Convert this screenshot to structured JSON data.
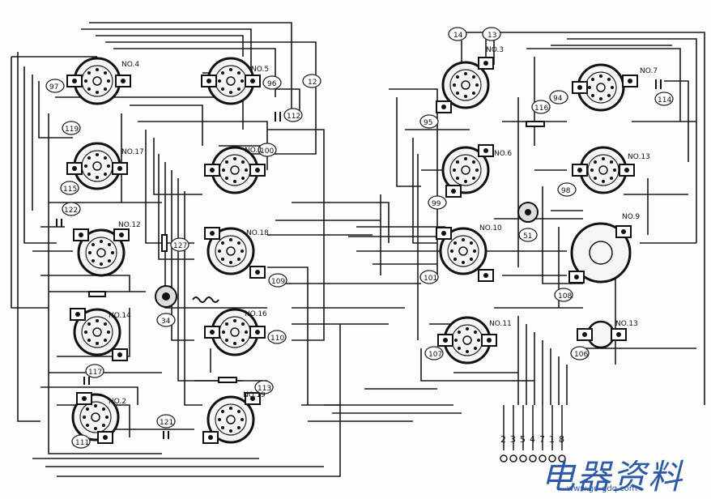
{
  "diagram": {
    "sockets": [
      {
        "id": "s-no4",
        "label": "NO.4",
        "tag": "97"
      },
      {
        "id": "s-no5",
        "label": "NO.5",
        "tag": "96"
      },
      {
        "id": "s-no17",
        "label": "NO.17",
        "tag": ""
      },
      {
        "id": "s-no1",
        "label": "NO.1",
        "tag": "100"
      },
      {
        "id": "s-no12",
        "label": "NO.12",
        "tag": "122"
      },
      {
        "id": "s-no18",
        "label": "NO.18",
        "tag": "109"
      },
      {
        "id": "s-no14",
        "label": "NO.14",
        "tag": ""
      },
      {
        "id": "s-no16",
        "label": "NO.16",
        "tag": "110"
      },
      {
        "id": "s-no2",
        "label": "NO.2",
        "tag": "111"
      },
      {
        "id": "s-no19",
        "label": "NO.19",
        "tag": "113"
      },
      {
        "id": "s-no3",
        "label": "NO.3",
        "tag": "95"
      },
      {
        "id": "s-no7",
        "label": "NO.7",
        "tag": "94"
      },
      {
        "id": "s-no6",
        "label": "NO.6",
        "tag": "99"
      },
      {
        "id": "s-no13b",
        "label": "NO.13",
        "tag": "98"
      },
      {
        "id": "s-no10",
        "label": "NO.10",
        "tag": "101"
      },
      {
        "id": "s-no9",
        "label": "NO.9",
        "tag": "108"
      },
      {
        "id": "s-no11",
        "label": "NO.11",
        "tag": "107"
      },
      {
        "id": "s-no13c",
        "label": "NO.13",
        "tag": "106"
      }
    ],
    "pots": [
      {
        "id": "pot-34",
        "tag": "34"
      },
      {
        "id": "pot-51",
        "tag": "51"
      }
    ],
    "numbers": [
      "12",
      "112",
      "119",
      "116",
      "114",
      "115",
      "14",
      "13",
      "127",
      "121",
      "117"
    ],
    "terminal_labels": [
      "2",
      "3",
      "5",
      "4",
      "7",
      "1",
      "8"
    ],
    "watermark": "电器资料",
    "watermark_url": "www.go-gdq.com"
  }
}
